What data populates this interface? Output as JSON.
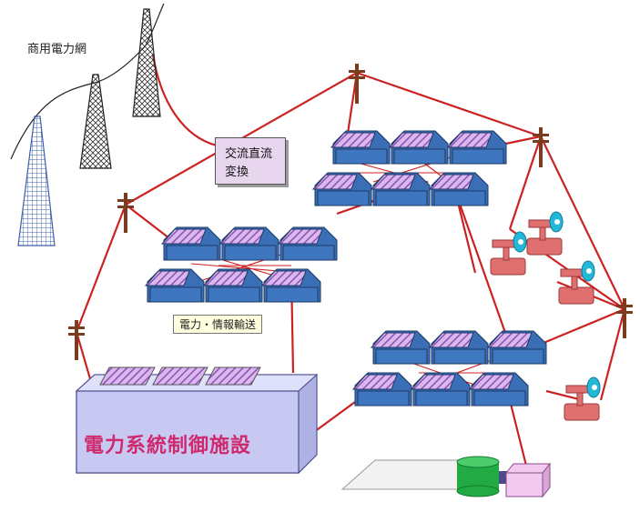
{
  "labels": {
    "grid": "商用電力網",
    "converter_line1": "交流直流",
    "converter_line2": "変換",
    "flow": "電力・情報輸送",
    "facility": "電力系統制御施設"
  },
  "colors": {
    "line": "#cc2222",
    "house": "#3a6fb5",
    "roof_hatch": "#9b59b6",
    "facility": "#c7c9f2",
    "generator": "#e07070",
    "turbine_head": "#23b8d8",
    "storage": "#22aa44",
    "converter_box": "#e8d6ee"
  },
  "icons": [
    "transmission-tower-icon",
    "utility-pole-icon",
    "house-icon",
    "wind-turbine-icon",
    "storage-tank-icon",
    "solar-panel-icon"
  ]
}
